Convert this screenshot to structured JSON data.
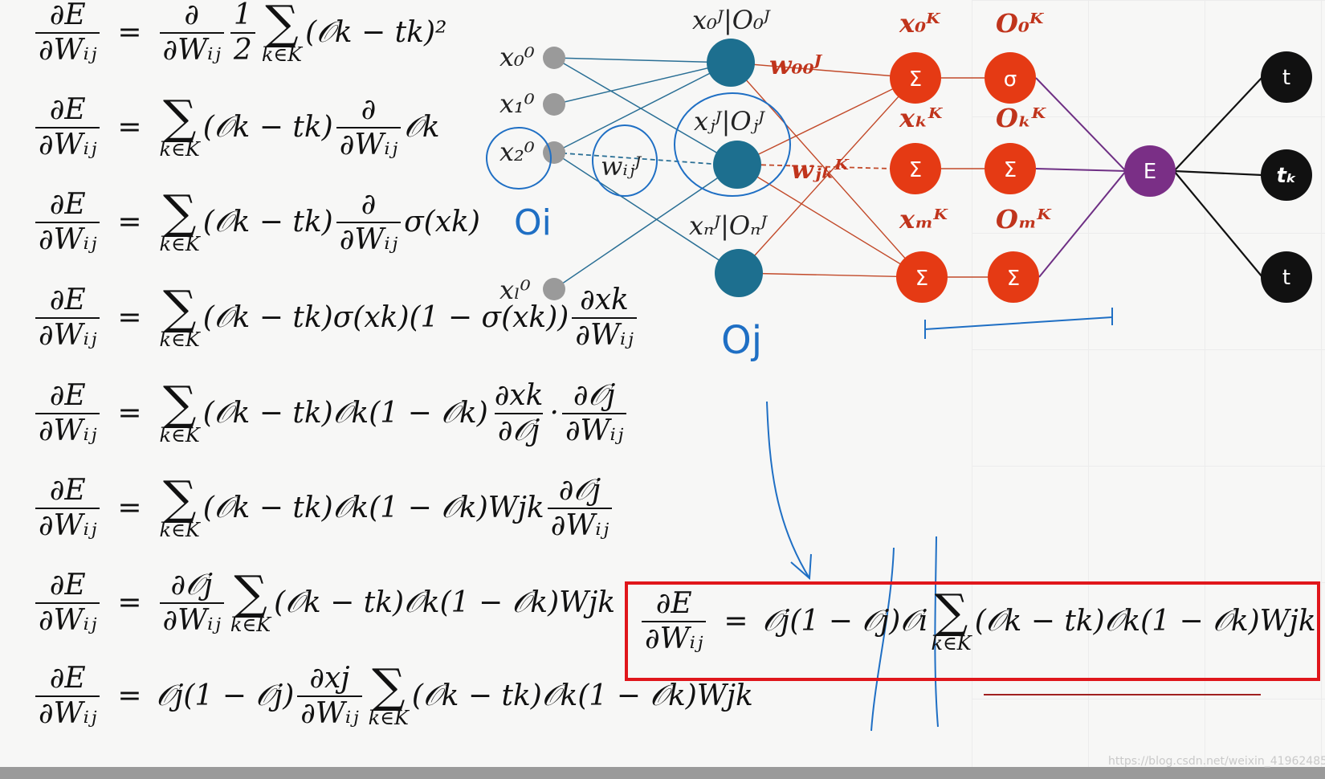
{
  "derivation": [
    {
      "lhs_num": "∂E",
      "lhs_den": "∂W_ij",
      "rhs": [
        {
          "t": "frac",
          "num": "∂",
          "den": "∂W_ij"
        },
        {
          "t": "frac",
          "num": "1",
          "den": "2"
        },
        {
          "t": "sum",
          "sub": "k∈K"
        },
        {
          "t": "text",
          "v": "(𝒪k − tk)²"
        }
      ]
    },
    {
      "lhs_num": "∂E",
      "lhs_den": "∂W_ij",
      "rhs": [
        {
          "t": "sum",
          "sub": "k∈K"
        },
        {
          "t": "text",
          "v": "(𝒪k − tk)"
        },
        {
          "t": "frac",
          "num": "∂",
          "den": "∂W_ij"
        },
        {
          "t": "text",
          "v": "𝒪k"
        }
      ]
    },
    {
      "lhs_num": "∂E",
      "lhs_den": "∂W_ij",
      "rhs": [
        {
          "t": "sum",
          "sub": "k∈K"
        },
        {
          "t": "text",
          "v": "(𝒪k − tk)"
        },
        {
          "t": "frac",
          "num": "∂",
          "den": "∂W_ij"
        },
        {
          "t": "text",
          "v": "σ(xk)"
        }
      ]
    },
    {
      "lhs_num": "∂E",
      "lhs_den": "∂W_ij",
      "rhs": [
        {
          "t": "sum",
          "sub": "k∈K"
        },
        {
          "t": "text",
          "v": "(𝒪k − tk)σ(xk)(1 − σ(xk))"
        },
        {
          "t": "frac",
          "num": "∂xk",
          "den": "∂W_ij"
        }
      ]
    },
    {
      "lhs_num": "∂E",
      "lhs_den": "∂W_ij",
      "rhs": [
        {
          "t": "sum",
          "sub": "k∈K"
        },
        {
          "t": "text",
          "v": "(𝒪k − tk)𝒪k(1 − 𝒪k)"
        },
        {
          "t": "frac",
          "num": "∂xk",
          "den": "∂𝒪j"
        },
        {
          "t": "text",
          "v": "·"
        },
        {
          "t": "frac",
          "num": "∂𝒪j",
          "den": "∂W_ij"
        }
      ]
    },
    {
      "lhs_num": "∂E",
      "lhs_den": "∂W_ij",
      "rhs": [
        {
          "t": "sum",
          "sub": "k∈K"
        },
        {
          "t": "text",
          "v": "(𝒪k − tk)𝒪k(1 − 𝒪k)Wjk"
        },
        {
          "t": "frac",
          "num": "∂𝒪j",
          "den": "∂W_ij"
        }
      ]
    },
    {
      "lhs_num": "∂E",
      "lhs_den": "∂W_ij",
      "rhs": [
        {
          "t": "frac",
          "num": "∂𝒪j",
          "den": "∂W_ij"
        },
        {
          "t": "sum",
          "sub": "k∈K"
        },
        {
          "t": "text",
          "v": "(𝒪k − tk)𝒪k(1 − 𝒪k)Wjk"
        }
      ]
    },
    {
      "lhs_num": "∂E",
      "lhs_den": "∂W_ij",
      "rhs": [
        {
          "t": "text",
          "v": "𝒪j(1 − 𝒪j)"
        },
        {
          "t": "frac",
          "num": "∂xj",
          "den": "∂W_ij"
        },
        {
          "t": "sum",
          "sub": "k∈K"
        },
        {
          "t": "text",
          "v": "(𝒪k − tk)𝒪k(1 − 𝒪k)Wjk"
        }
      ]
    }
  ],
  "boxed": {
    "lhs_num": "∂E",
    "lhs_den": "∂W_ij",
    "rhs": [
      {
        "t": "text",
        "v": "𝒪j(1 − 𝒪j)𝒪i"
      },
      {
        "t": "sum",
        "sub": "k∈K"
      },
      {
        "t": "text",
        "v": "(𝒪k − tk)𝒪k(1 − 𝒪k)Wjk"
      }
    ]
  },
  "network": {
    "input_labels": [
      "x₀⁰",
      "x₁⁰",
      "x₂⁰",
      "xₗ⁰"
    ],
    "hidden_labels": [
      "x₀ᴶ|O₀ᴶ",
      "xⱼᴶ|Oⱼᴶ",
      "xₙᴶ|Oₙᴶ"
    ],
    "output_in_labels": [
      "x₀ᴷ",
      "xₖᴷ",
      "xₘᴷ"
    ],
    "output_out_labels": [
      "O₀ᴷ",
      "Oₖᴷ",
      "Oₘᴷ"
    ],
    "weight_hidden": "wᵢⱼᴶ",
    "weight_out_00": "w₀₀ᴶ",
    "weight_out_jk": "wⱼₖᴷ",
    "sum_symbol": "Σ",
    "sigma_symbol": "σ",
    "error_node": "E",
    "target_labels": [
      "t",
      "tₖ",
      "t"
    ],
    "handwritten_oi": "Oi",
    "handwritten_oj": "Oj"
  },
  "watermark": "https://blog.csdn.net/weixin_41962485",
  "colors": {
    "blue_node": "#1d6f8f",
    "red_node": "#e53a14",
    "purple_node": "#7a2f86",
    "black_node": "#111111",
    "ink": "#1f6fc4",
    "box_red": "#e0161b"
  }
}
